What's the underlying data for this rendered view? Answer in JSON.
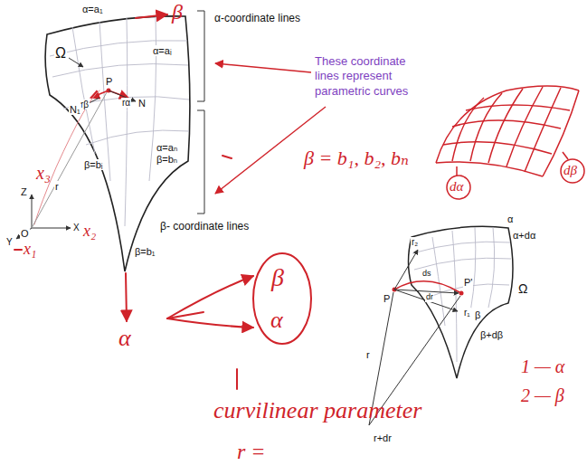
{
  "diagram": {
    "labels": [
      "Ω",
      "α=a₁",
      "α-coordinate lines",
      "α=aᵢ",
      "P",
      "rβ",
      "rα",
      "N",
      "N₁",
      "α=aₙ",
      "β=bₙ",
      "β=bᵢ",
      "β=b₁",
      "β- coordinate lines",
      "These coordinate lines represent parametric curves",
      "β",
      "α",
      "Z",
      "x₃",
      "O",
      "r",
      "X",
      "x₂",
      "Y",
      "x₁",
      "β = b₁, b₂, bₙ",
      "dα",
      "dβ",
      "β",
      "α",
      "curvilinear parameter",
      "r =",
      "α",
      "α+dα",
      "Ω",
      "β",
      "β+dβ",
      "r₂",
      "P'",
      "ds",
      "dr",
      "r₁",
      "P",
      "r",
      "r+dr",
      "1 — α",
      "2 — β"
    ]
  }
}
